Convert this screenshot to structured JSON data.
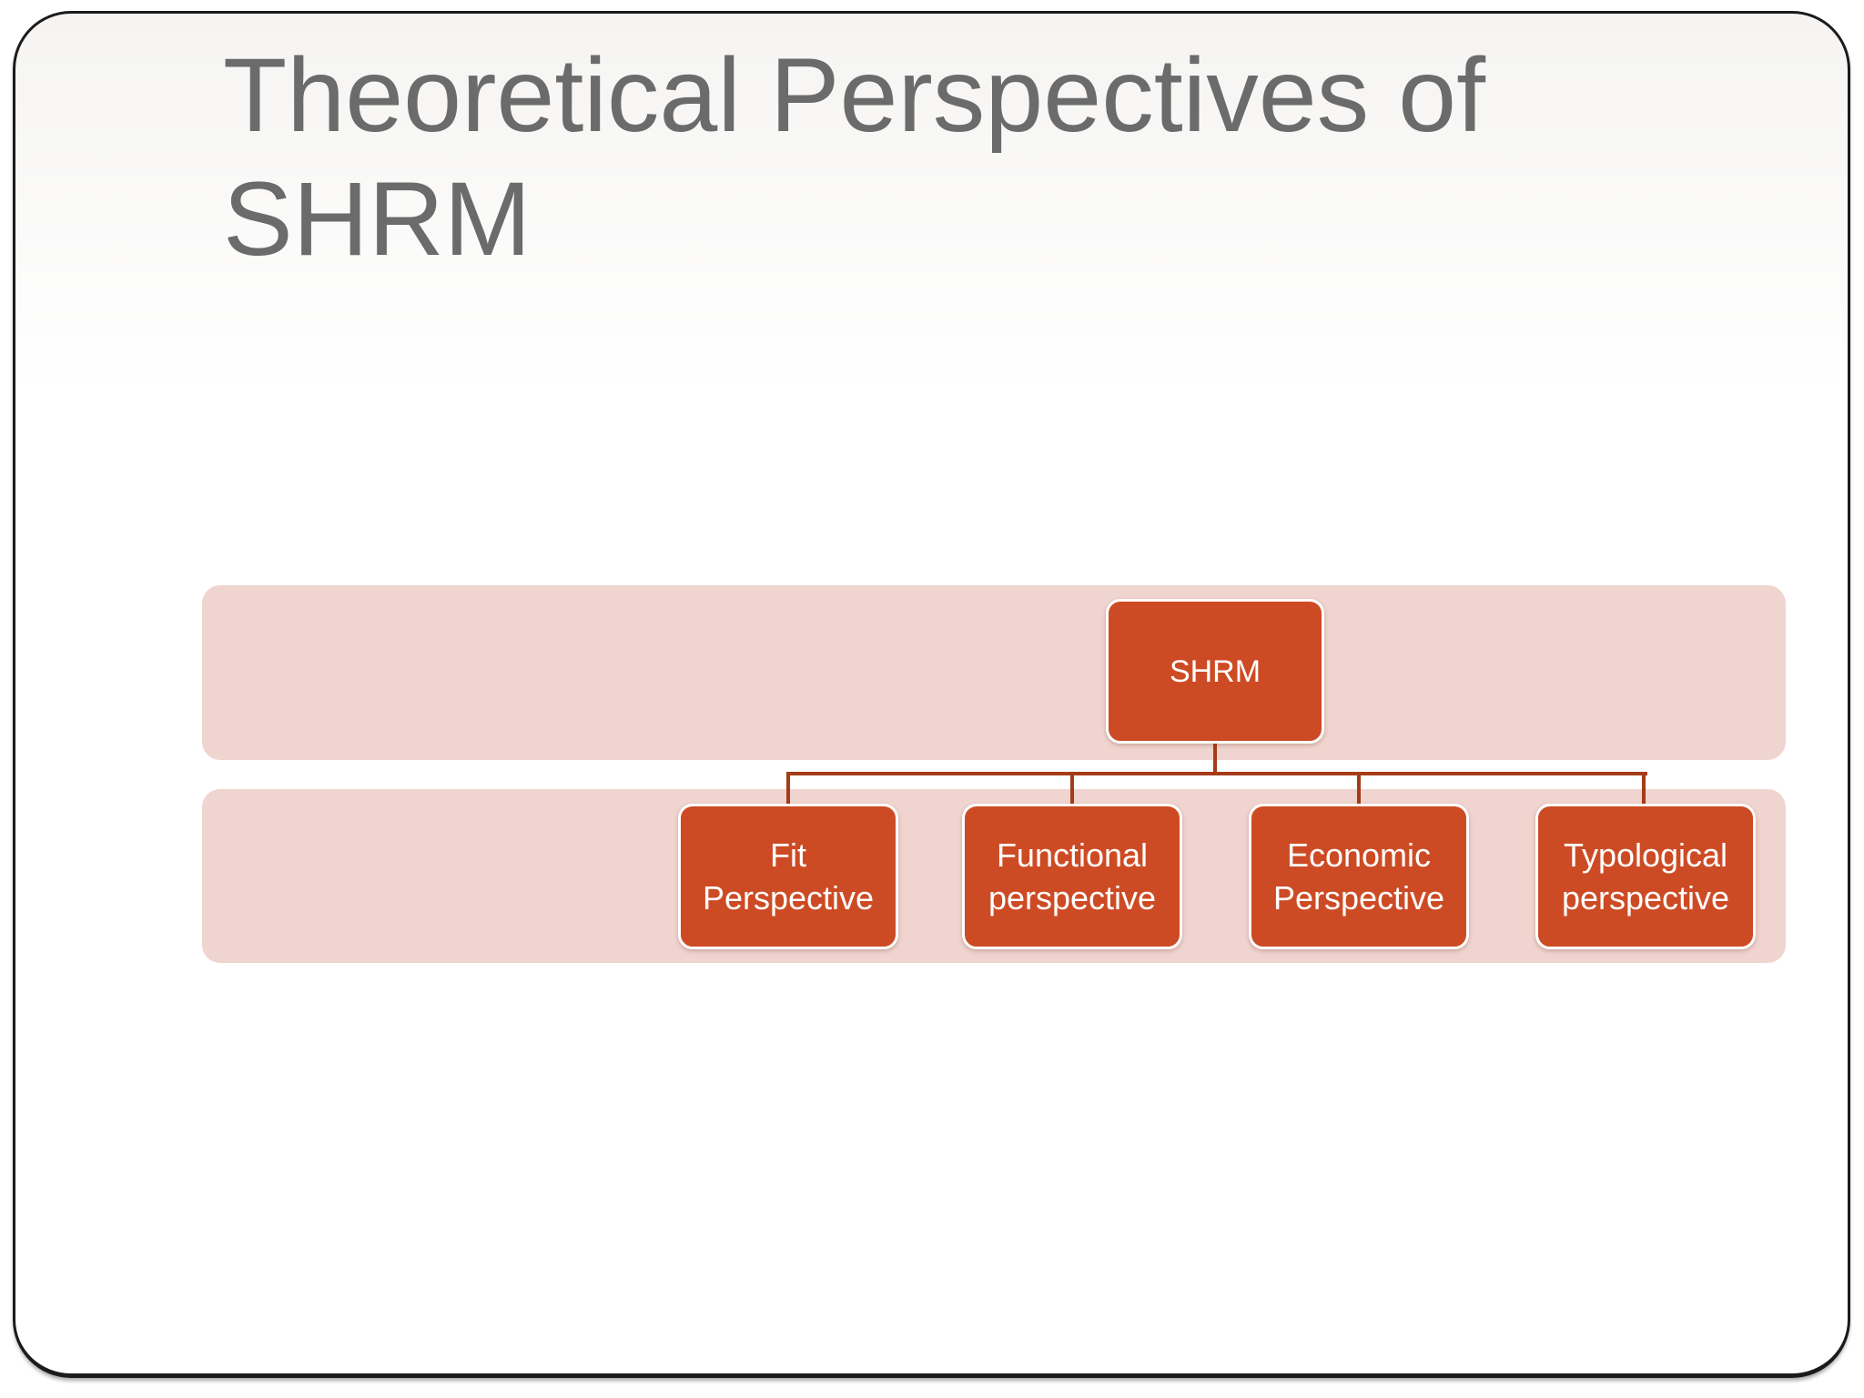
{
  "slide": {
    "title": "Theoretical Perspectives of SHRM"
  },
  "diagram": {
    "root": {
      "label": "SHRM"
    },
    "children": [
      {
        "label": "Fit Perspective"
      },
      {
        "label": "Functional perspective"
      },
      {
        "label": "Economic Perspective"
      },
      {
        "label": "Typological perspective"
      }
    ]
  },
  "colors": {
    "node_fill": "#cd4b24",
    "node_border": "#ffffff",
    "node_text": "#ffffff",
    "connector": "#a43c18",
    "band_fill": "#f0d4cf",
    "title_text": "#6b6b6b",
    "slide_border": "#1b1b1b",
    "slide_background": "#ffffff"
  }
}
